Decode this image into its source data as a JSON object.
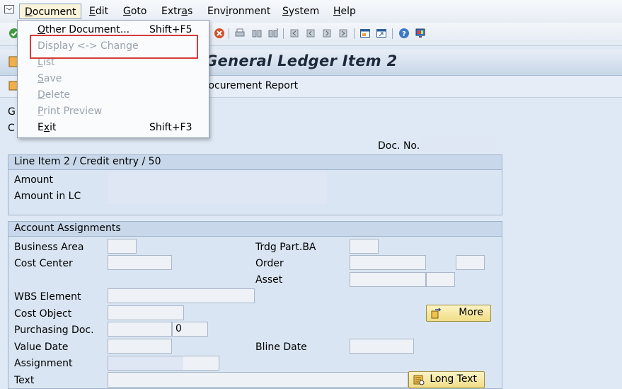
{
  "menubar": {
    "items": [
      {
        "pre": "",
        "u": "D",
        "post": "ocument"
      },
      {
        "pre": "",
        "u": "E",
        "post": "dit"
      },
      {
        "pre": "",
        "u": "G",
        "post": "oto"
      },
      {
        "pre": "Extr",
        "u": "a",
        "post": "s"
      },
      {
        "pre": "Env",
        "u": "i",
        "post": "ronment"
      },
      {
        "pre": "",
        "u": "S",
        "post": "ystem"
      },
      {
        "pre": "",
        "u": "H",
        "post": "elp"
      }
    ]
  },
  "dropdown": {
    "items": [
      {
        "pre": "",
        "u": "O",
        "post": "ther Document...",
        "shortcut": "Shift+F5",
        "disabled": false
      },
      {
        "pre": "Display <-> Change",
        "u": "",
        "post": "",
        "shortcut": "",
        "disabled": true
      },
      {
        "pre": "",
        "u": "L",
        "post": "ist",
        "shortcut": "",
        "disabled": true
      },
      {
        "pre": "",
        "u": "S",
        "post": "ave",
        "shortcut": "",
        "disabled": true
      },
      {
        "pre": "",
        "u": "D",
        "post": "elete",
        "shortcut": "",
        "disabled": true
      },
      {
        "pre": "",
        "u": "P",
        "post": "rint Preview",
        "shortcut": "",
        "disabled": true
      },
      {
        "pre": "E",
        "u": "x",
        "post": "it",
        "shortcut": "Shift+F3",
        "disabled": false
      }
    ]
  },
  "title": "General Ledger Item 2",
  "appbar": {
    "procurement_label": "rocurement Report"
  },
  "header_fragments": {
    "g": "G",
    "c": "C"
  },
  "doc_no": {
    "label": "Doc. No.",
    "value": ""
  },
  "line_item": {
    "title": "Line Item 2 / Credit entry / 50",
    "amount_label": "Amount",
    "amount_lc_label": "Amount in LC"
  },
  "account": {
    "title": "Account Assignments",
    "business_area": "Business Area",
    "cost_center": "Cost Center",
    "wbs_element": "WBS Element",
    "cost_object": "Cost Object",
    "purchasing_doc": "Purchasing Doc.",
    "purchasing_item": "0",
    "value_date": "Value Date",
    "assignment": "Assignment",
    "text": "Text",
    "trdg_part_ba": "Trdg Part.BA",
    "order": "Order",
    "asset": "Asset",
    "bline_date": "Bline Date",
    "more_button": "More",
    "long_text_button": "Long Text"
  },
  "colors": {
    "highlight": "#d93838",
    "button_bg": "#f1de86",
    "background": "#dfe9f5"
  }
}
